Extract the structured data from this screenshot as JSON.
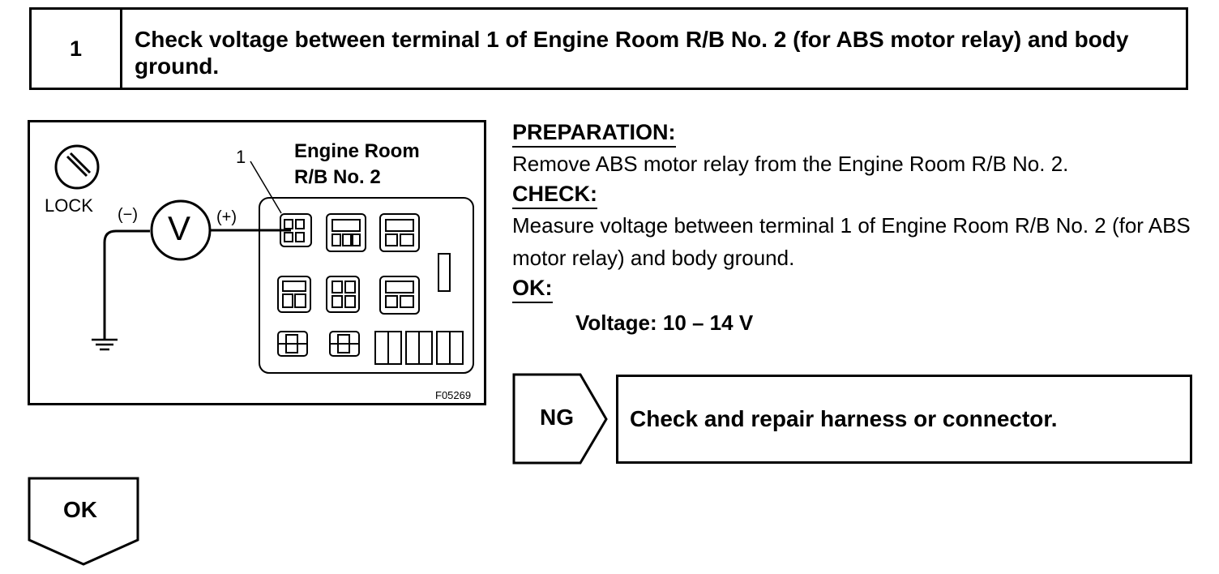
{
  "step": {
    "number": "1",
    "title": "Check voltage between terminal 1 of Engine Room R/B No. 2 (for ABS motor relay) and body ground."
  },
  "figure": {
    "lock_label": "LOCK",
    "minus_label": "(−)",
    "plus_label": "(+)",
    "meter_label": "V",
    "terminal_label": "1",
    "box_title_line1": "Engine Room",
    "box_title_line2": "R/B No. 2",
    "figure_id": "F05269",
    "icons": [
      "lock-icon",
      "voltmeter-icon",
      "ground-icon",
      "relay-block-diagram"
    ]
  },
  "instructions": {
    "preparation_heading": "PREPARATION:",
    "preparation_text": "Remove ABS motor relay from the Engine Room R/B No. 2.",
    "check_heading": "CHECK:",
    "check_text": "Measure voltage between terminal 1 of Engine Room R/B No. 2 (for ABS motor relay) and body ground.",
    "ok_heading": "OK:",
    "ok_spec": "Voltage: 10 – 14 V"
  },
  "ng_branch": {
    "label": "NG",
    "action": "Check and repair harness or connector."
  },
  "ok_branch": {
    "label": "OK"
  }
}
